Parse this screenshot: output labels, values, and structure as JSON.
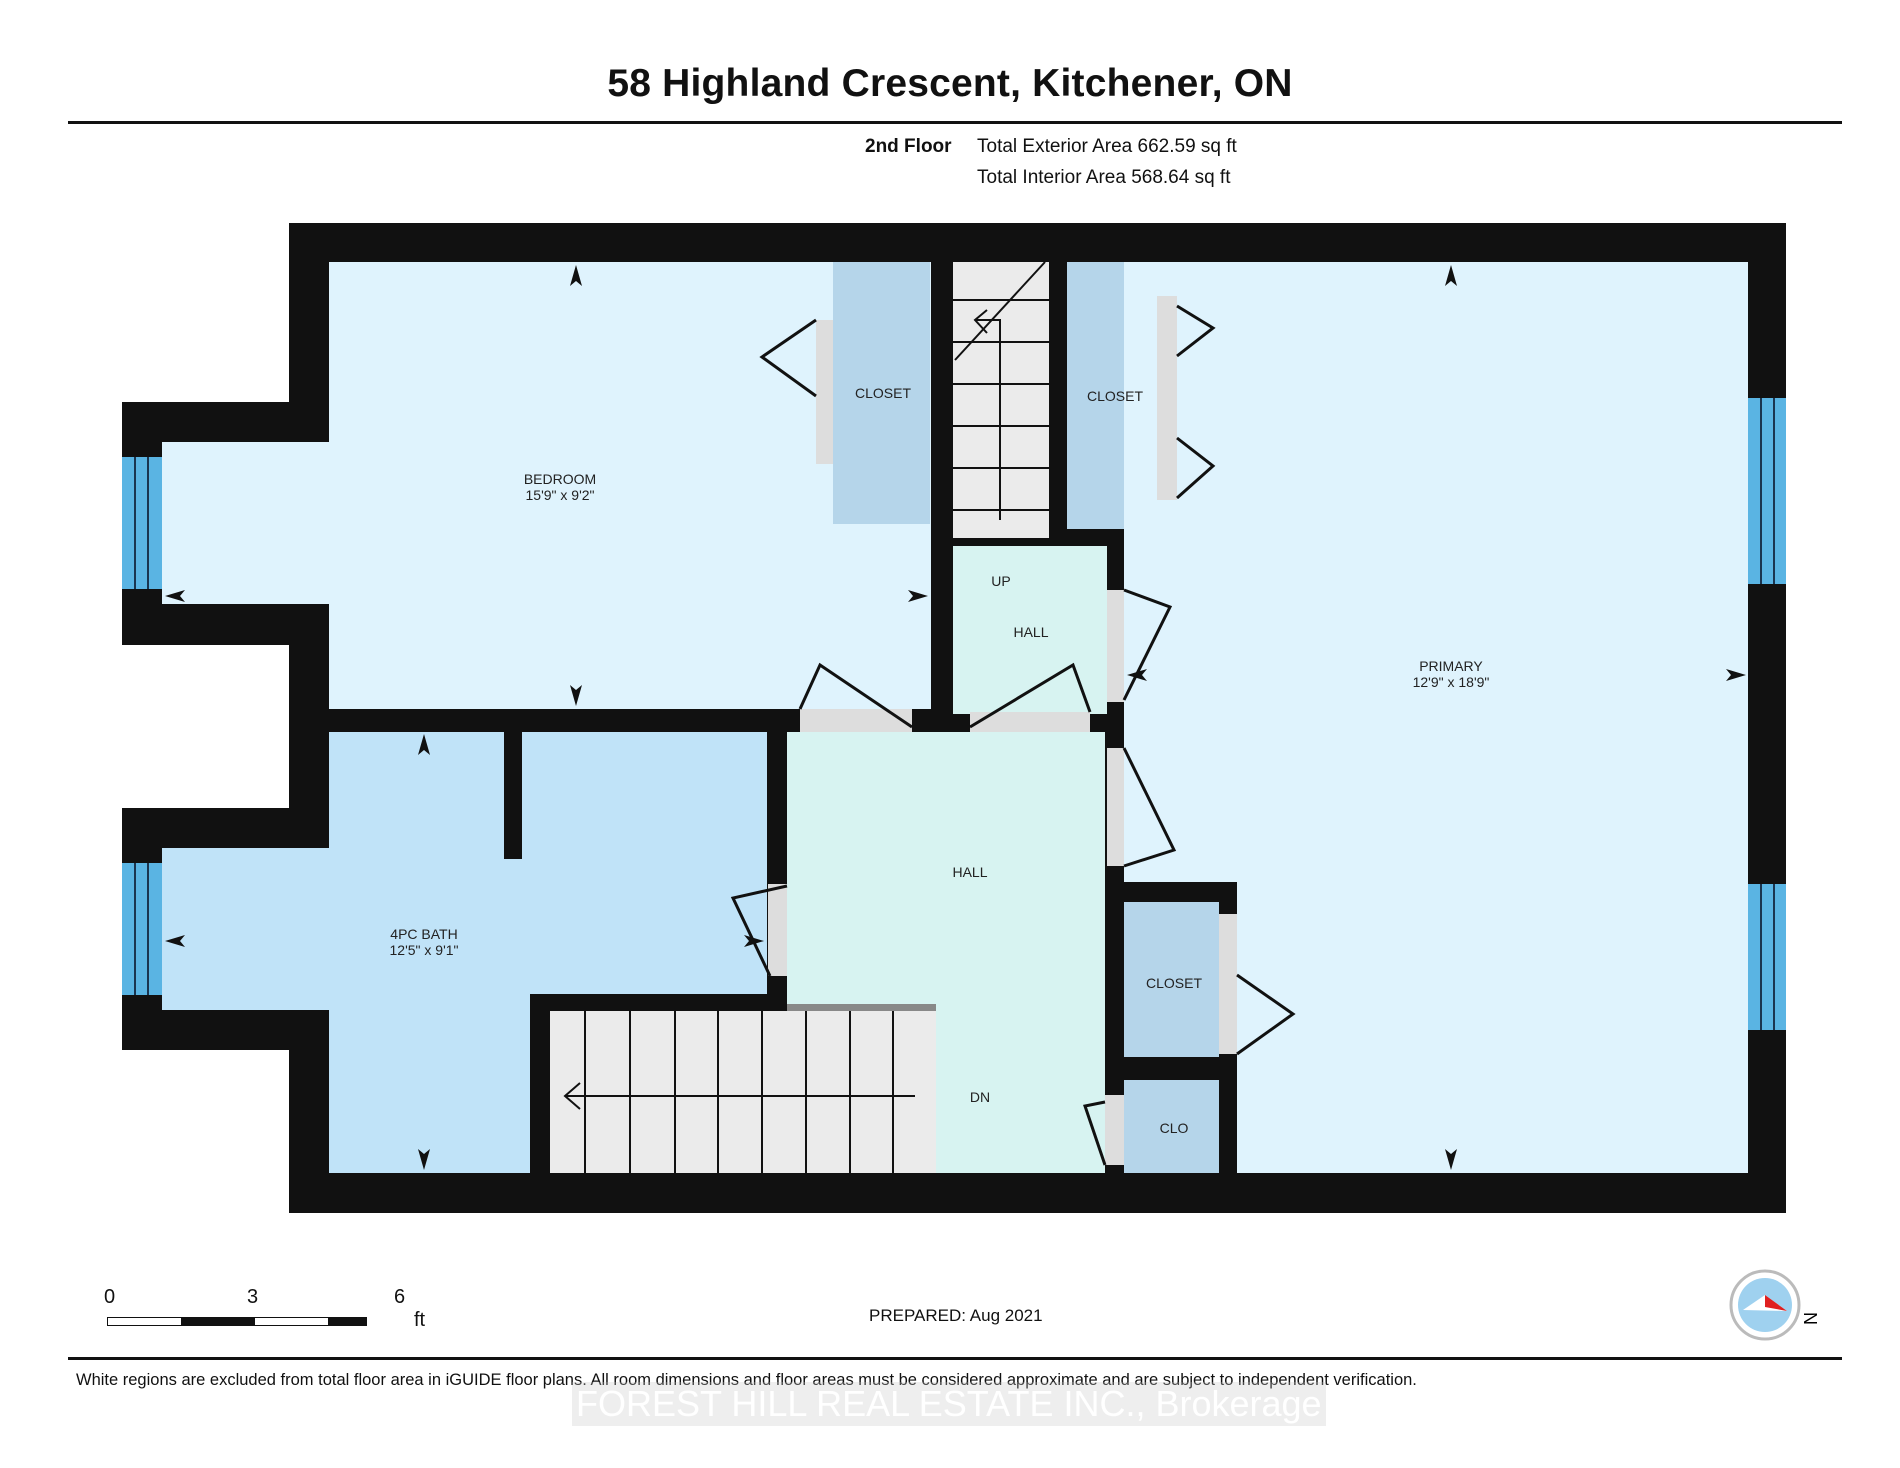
{
  "header": {
    "title": "58 Highland Crescent, Kitchener, ON",
    "floor": "2nd Floor",
    "exterior_area": "Total Exterior Area 662.59 sq ft",
    "interior_area": "Total Interior Area 568.64 sq ft"
  },
  "rooms": {
    "bedroom": {
      "name": "BEDROOM",
      "dims": "15'9\" x 9'2\""
    },
    "closet_bedroom": {
      "name": "CLOSET"
    },
    "closet_primary_top": {
      "name": "CLOSET"
    },
    "up": {
      "name": "UP"
    },
    "hall_upper": {
      "name": "HALL"
    },
    "primary": {
      "name": "PRIMARY",
      "dims": "12'9\" x 18'9\""
    },
    "bath": {
      "name": "4PC BATH",
      "dims": "12'5\" x 9'1\""
    },
    "hall_lower": {
      "name": "HALL"
    },
    "closet_primary_bottom": {
      "name": "CLOSET"
    },
    "dn": {
      "name": "DN"
    },
    "clo": {
      "name": "CLO"
    }
  },
  "colors": {
    "wall": "#111111",
    "bedroom": "#dff3fd",
    "primary": "#dff3fd",
    "closet": "#b5d5ea",
    "bath": "#c0e3f8",
    "hall": "#d7f3f1",
    "stairs": "#ebebeb",
    "window": "#5ab4e3"
  },
  "scale": {
    "zero": "0",
    "three": "3",
    "six": "6",
    "unit": "ft"
  },
  "footer": {
    "prepared": "PREPARED: Aug 2021",
    "disclaimer": "White regions are excluded from total floor area in iGUIDE floor plans. All room dimensions and floor areas must be considered approximate and are subject to independent verification.",
    "brokerage": "FOREST HILL REAL ESTATE INC., Brokerage"
  },
  "compass": {
    "label": "N"
  }
}
